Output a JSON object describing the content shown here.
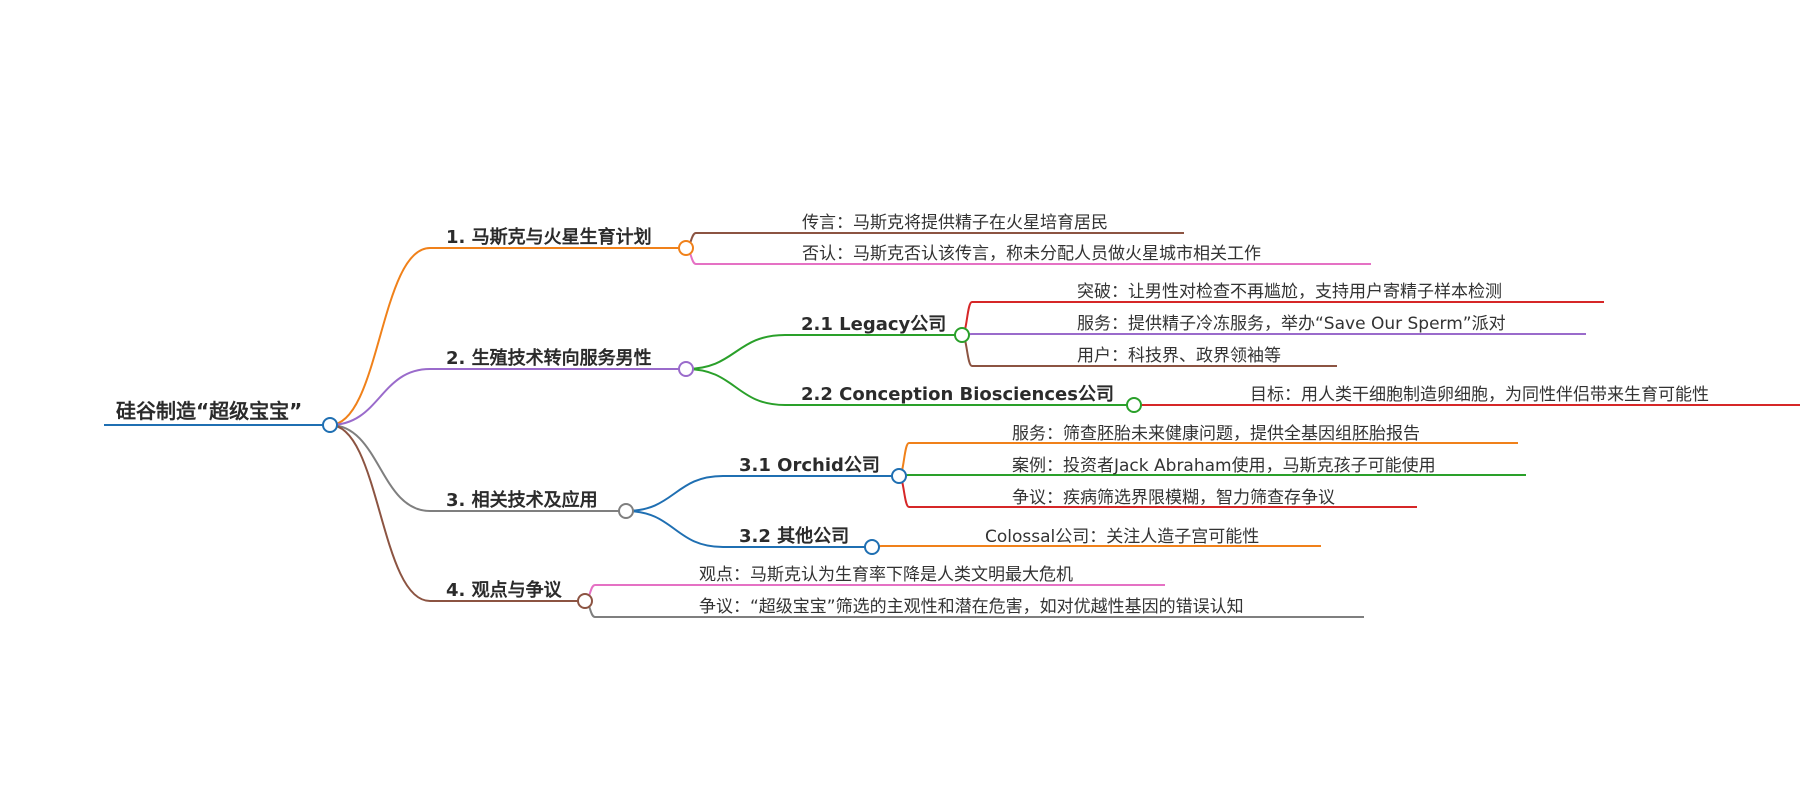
{
  "root": {
    "label": "硅谷制造“超级宝宝”",
    "color": "#1f6fb2"
  },
  "branches": [
    {
      "label": "1. 马斯克与火星生育计划",
      "color": "#f0811a",
      "leaves": [
        {
          "label": "传言：马斯克将提供精子在火星培育居民",
          "color": "#8c5442"
        },
        {
          "label": "否认：马斯克否认该传言，称未分配人员做火星城市相关工作",
          "color": "#e571c4"
        }
      ]
    },
    {
      "label": "2. 生殖技术转向服务男性",
      "color": "#9a6bcb",
      "children": [
        {
          "label": "2.1 Legacy公司",
          "color": "#2aa02a",
          "leaves": [
            {
              "label": "突破：让男性对检查不再尴尬，支持用户寄精子样本检测",
              "color": "#d62728"
            },
            {
              "label": "服务：提供精子冷冻服务，举办“Save Our Sperm”派对",
              "color": "#9a6bcb"
            },
            {
              "label": "用户：科技界、政界领袖等",
              "color": "#8c5442"
            }
          ]
        },
        {
          "label": "2.2 Conception Biosciences公司",
          "color": "#2aa02a",
          "leaves": [
            {
              "label": "目标：用人类干细胞制造卵细胞，为同性伴侣带来生育可能性",
              "color": "#d62728"
            }
          ]
        }
      ]
    },
    {
      "label": "3. 相关技术及应用",
      "color": "#7f7f7f",
      "children": [
        {
          "label": "3.1 Orchid公司",
          "color": "#1f6fb2",
          "leaves": [
            {
              "label": "服务：筛查胚胎未来健康问题，提供全基因组胚胎报告",
              "color": "#f0811a"
            },
            {
              "label": "案例：投资者Jack Abraham使用，马斯克孩子可能使用",
              "color": "#2aa02a"
            },
            {
              "label": "争议：疾病筛选界限模糊，智力筛查存争议",
              "color": "#d62728"
            }
          ]
        },
        {
          "label": "3.2 其他公司",
          "color": "#1f6fb2",
          "leaves": [
            {
              "label": "Colossal公司：关注人造子宫可能性",
              "color": "#f0811a"
            }
          ]
        }
      ]
    },
    {
      "label": "4. 观点与争议",
      "color": "#8c5442",
      "leaves": [
        {
          "label": "观点：马斯克认为生育率下降是人类文明最大危机",
          "color": "#e571c4"
        },
        {
          "label": "争议：“超级宝宝”筛选的主观性和潜在危害，如对优越性基因的错误认知",
          "color": "#7f7f7f"
        }
      ]
    }
  ]
}
